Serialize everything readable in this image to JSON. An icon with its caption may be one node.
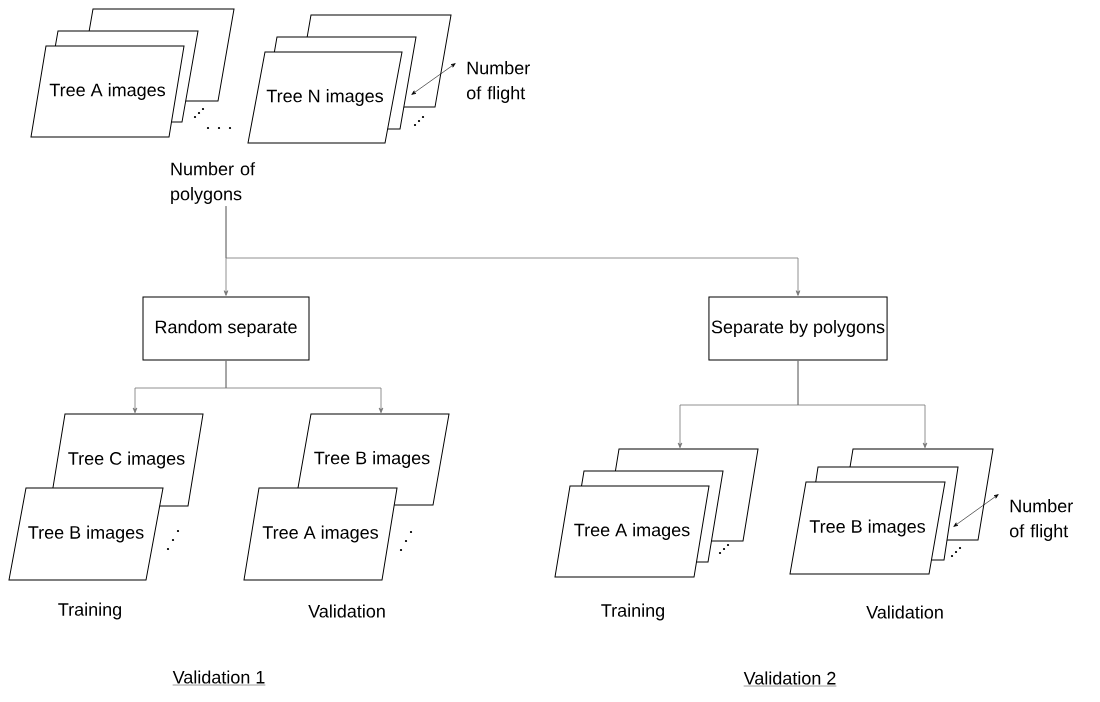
{
  "diagram": {
    "nodes": [
      {
        "text": [
          "Tree A images"
        ]
      },
      {
        "text": [
          "Tree N images"
        ]
      },
      {
        "text": [
          "Number of polygons"
        ]
      },
      {
        "text": [
          "Random separate"
        ]
      },
      {
        "text": [
          "Separate by polygons"
        ]
      },
      {
        "text": [
          "Tree C images"
        ]
      },
      {
        "text": [
          "Tree B images"
        ]
      },
      {
        "text": [
          "Tree B images"
        ]
      },
      {
        "text": [
          "Tree A images"
        ]
      },
      {
        "text": [
          "Tree A images"
        ]
      },
      {
        "text": [
          "Tree B images"
        ]
      }
    ],
    "edges": [
      {
        "from": 2,
        "to": 3,
        "arrow": "to"
      },
      {
        "from": 2,
        "to": 4,
        "arrow": "to"
      },
      {
        "from": 3,
        "to": 5,
        "arrow": "to"
      },
      {
        "from": 3,
        "to": 7,
        "arrow": "to"
      },
      {
        "from": 4,
        "to": 9,
        "arrow": "to"
      },
      {
        "from": 4,
        "to": 10,
        "arrow": "to"
      }
    ],
    "labels": [
      "Number of flight",
      "Number of flight",
      "Training",
      "Validation",
      "Training",
      "Validation",
      "Validation 1",
      "Validation 2"
    ]
  }
}
